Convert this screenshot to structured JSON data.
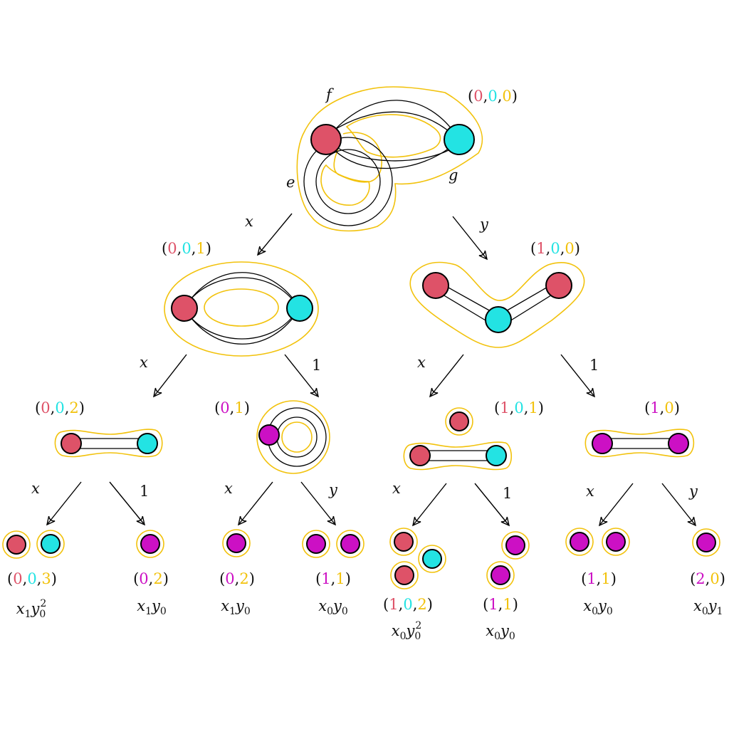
{
  "colors": {
    "red": "#de5268",
    "cyan": "#23e3e3",
    "magenta": "#cc10c4",
    "yellow": "#f2c20c"
  },
  "root": {
    "tuple": [
      "0",
      "0",
      "0"
    ],
    "edge_labels": {
      "f": "f",
      "e": "e",
      "g": "g"
    }
  },
  "level1": {
    "left": {
      "tuple": [
        "0",
        "0",
        "1"
      ],
      "arrow_label": "x"
    },
    "right": {
      "tuple": [
        "1",
        "0",
        "0"
      ],
      "arrow_label": "y"
    }
  },
  "level2": [
    {
      "tuple": [
        "0",
        "0",
        "2"
      ],
      "arrow_label": "x"
    },
    {
      "tuple": [
        "0",
        "1"
      ],
      "arrow_label": "1"
    },
    {
      "tuple": [
        "1",
        "0",
        "1"
      ],
      "arrow_label": "x"
    },
    {
      "tuple": [
        "1",
        "0"
      ],
      "arrow_label": "1"
    }
  ],
  "leaves": [
    {
      "tuple": [
        "0",
        "0",
        "3"
      ],
      "arrow_label": "x",
      "monomial": "x1y0^2"
    },
    {
      "tuple": [
        "0",
        "2"
      ],
      "arrow_label": "1",
      "monomial": "x1y0"
    },
    {
      "tuple": [
        "0",
        "2"
      ],
      "arrow_label": "x",
      "monomial": "x1y0"
    },
    {
      "tuple": [
        "1",
        "1"
      ],
      "arrow_label": "y",
      "monomial": "x0y0"
    },
    {
      "tuple": [
        "1",
        "0",
        "2"
      ],
      "arrow_label": "x",
      "monomial": "x0y0^2"
    },
    {
      "tuple": [
        "1",
        "1"
      ],
      "arrow_label": "1",
      "monomial": "x0y0"
    },
    {
      "tuple": [
        "1",
        "1"
      ],
      "arrow_label": "x",
      "monomial": "x0y0"
    },
    {
      "tuple": [
        "2",
        "0"
      ],
      "arrow_label": "y",
      "monomial": "x0y1"
    }
  ]
}
